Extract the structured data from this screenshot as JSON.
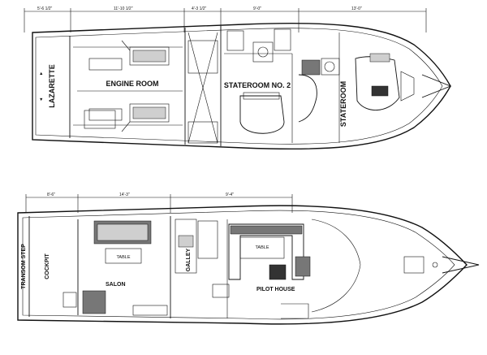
{
  "lower_deck": {
    "lazarette": "LAZARETTE",
    "engine_room": "ENGINE ROOM",
    "stateroom_2": "STATEROOM NO. 2",
    "stateroom_master": "STATEROOM",
    "dims": [
      "5'-6 1/2\"",
      "11'-10 1/2\"",
      "4'-3 1/2\"",
      "9'-0\"",
      "13'-0\""
    ]
  },
  "main_deck": {
    "transom_step": "TRANSOM STEP",
    "cockpit": "COCKPIT",
    "salon": "SALON",
    "galley": "GALLEY",
    "pilot_house": "PILOT HOUSE",
    "table": "TABLE",
    "dims": [
      "8'-6\"",
      "14'-3\"",
      "9'-4\""
    ]
  }
}
